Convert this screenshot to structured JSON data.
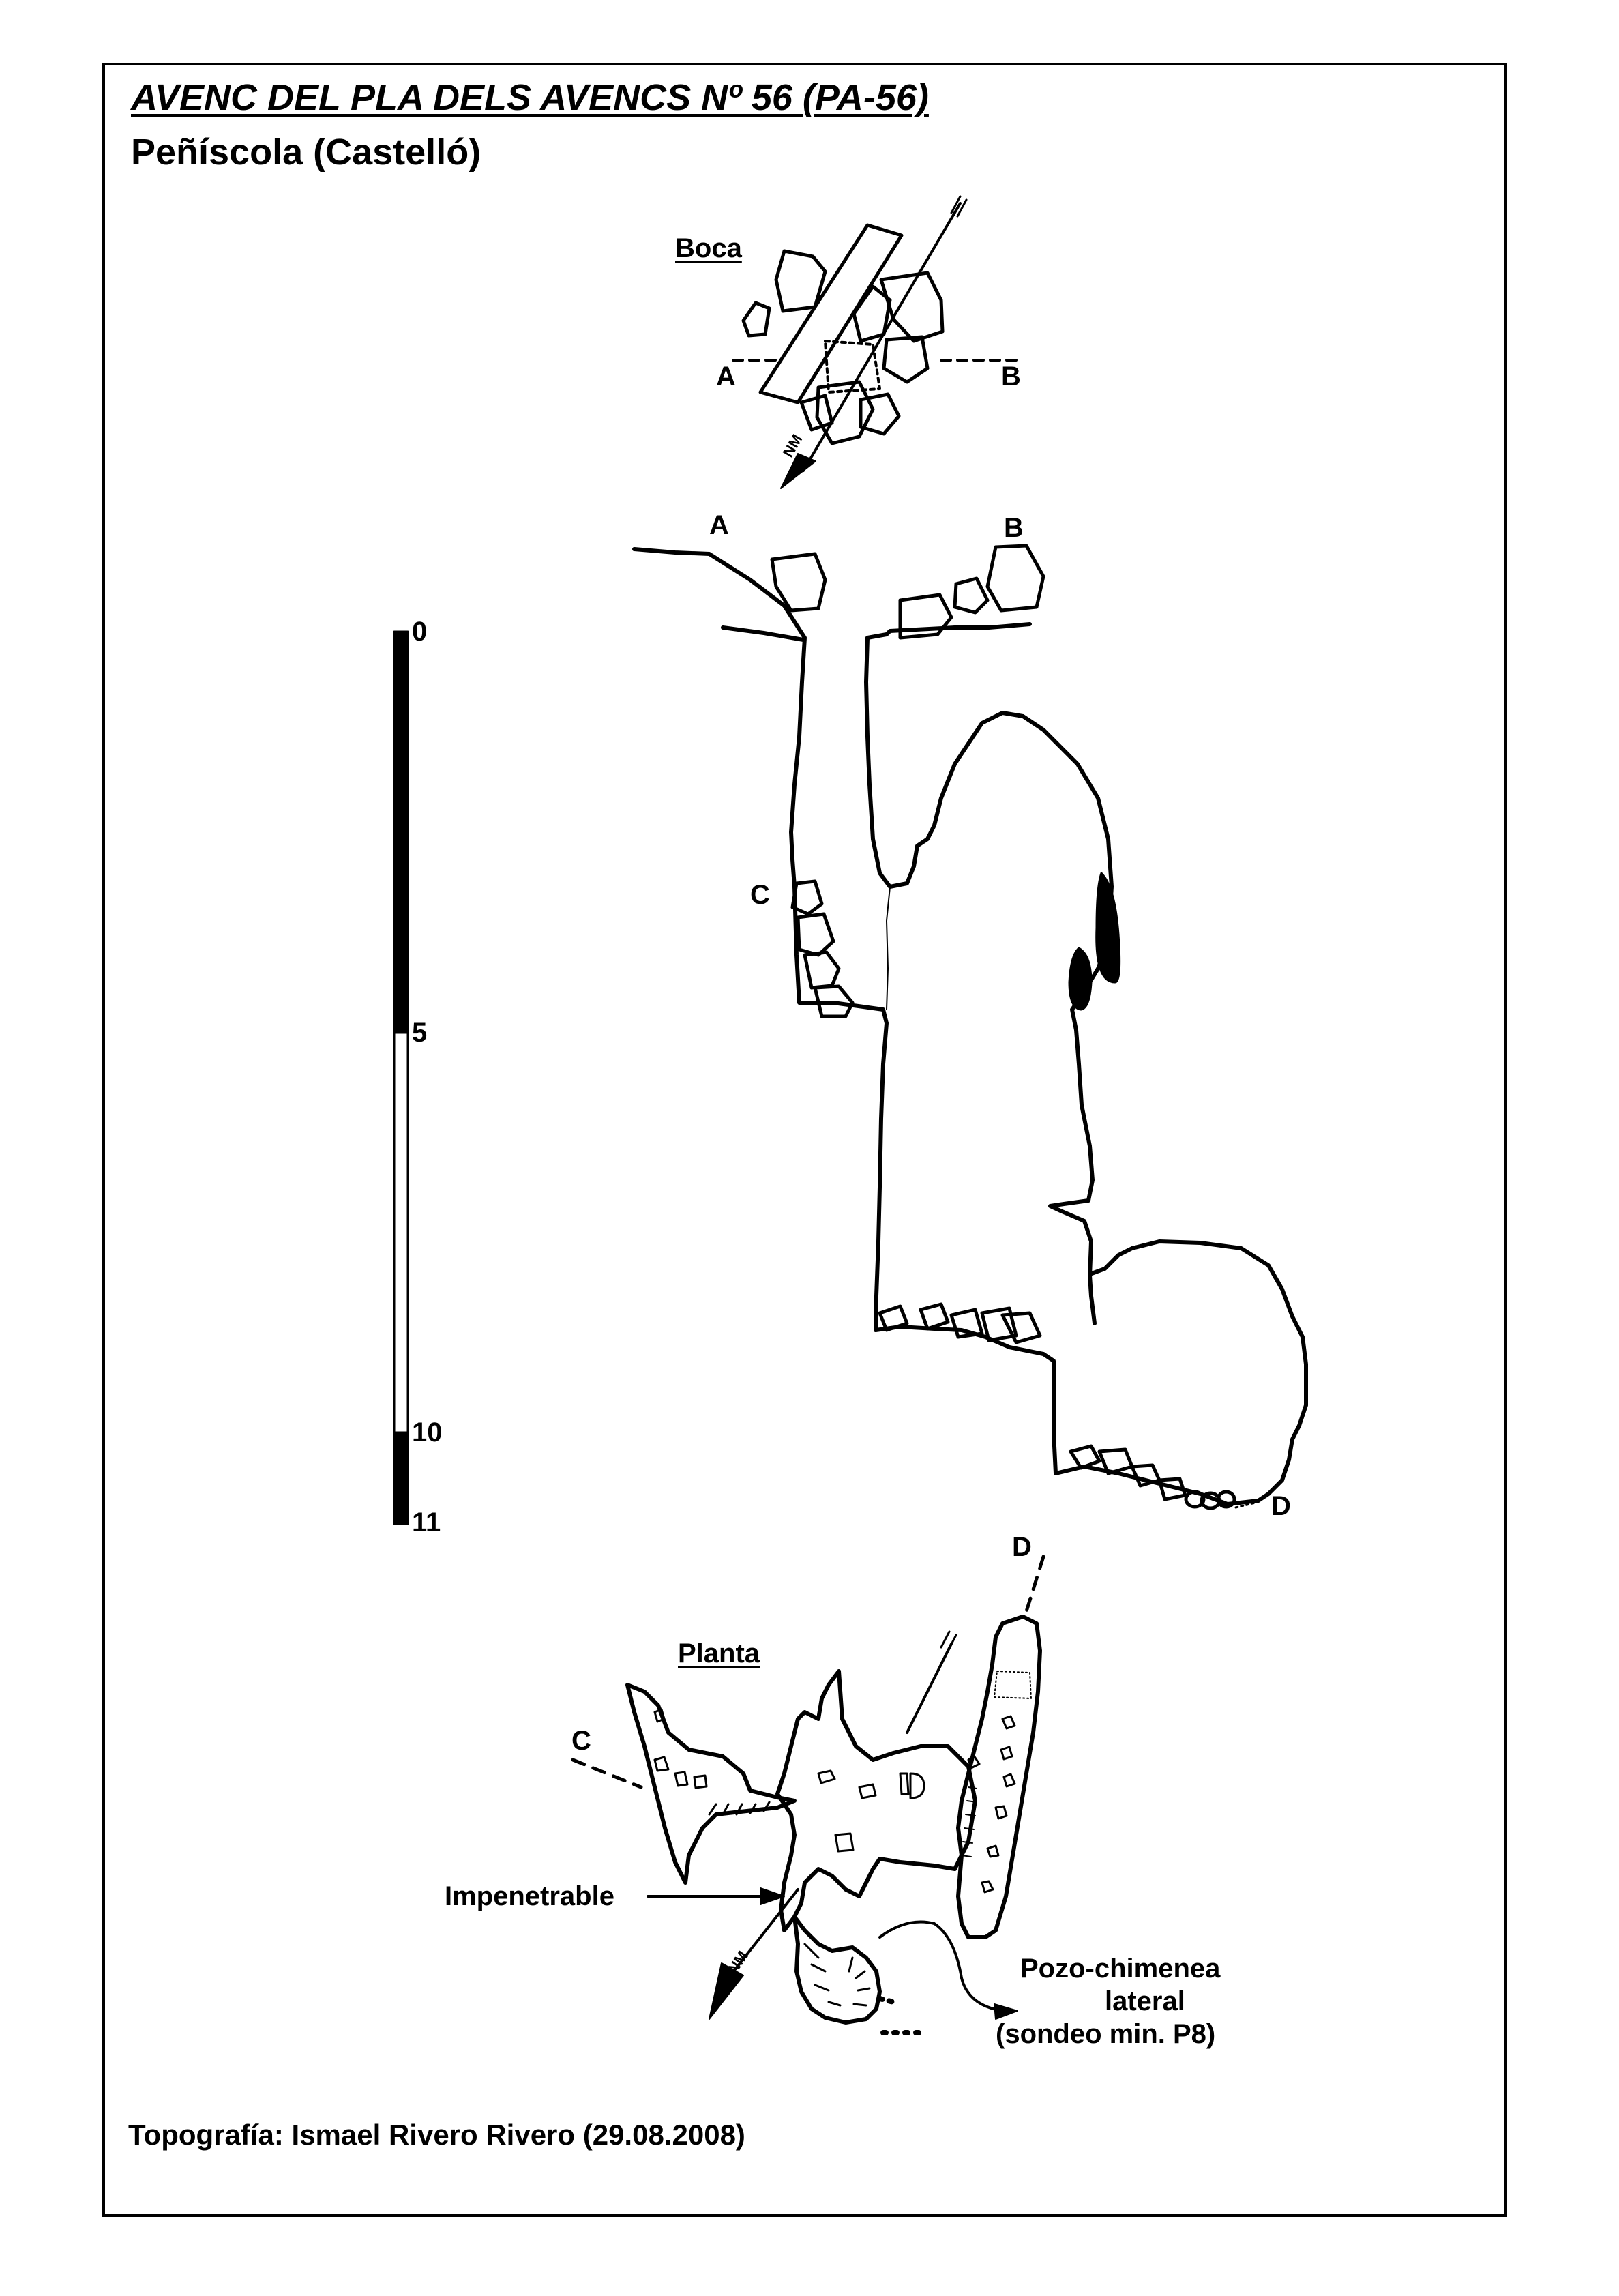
{
  "header": {
    "title": "AVENC DEL PLA DELS AVENCS Nº 56 (PA-56)",
    "subtitle": "Peñíscola (Castelló)"
  },
  "boca": {
    "heading": "Boca",
    "label_a": "A",
    "label_b": "B",
    "north_icon": "north-arrow-icon"
  },
  "section": {
    "label_a": "A",
    "label_b": "B",
    "label_c": "C",
    "label_d": "D"
  },
  "scale": {
    "ticks": [
      "0",
      "5",
      "10",
      "11"
    ],
    "tick_values": [
      0,
      5,
      10,
      11
    ],
    "fill_colors": [
      "#000000",
      "#ffffff",
      "#000000"
    ]
  },
  "planta": {
    "heading": "Planta",
    "label_c": "C",
    "label_d": "D",
    "annotation_impenetrable": "Impenetrable",
    "annotation_pozo_line1": "Pozo-chimenea",
    "annotation_pozo_line2": "lateral",
    "annotation_pozo_line3": "(sondeo min. P8)",
    "north_icon": "north-arrow-icon"
  },
  "footer": {
    "credit": "Topografía: Ismael Rivero Rivero (29.08.2008)"
  }
}
